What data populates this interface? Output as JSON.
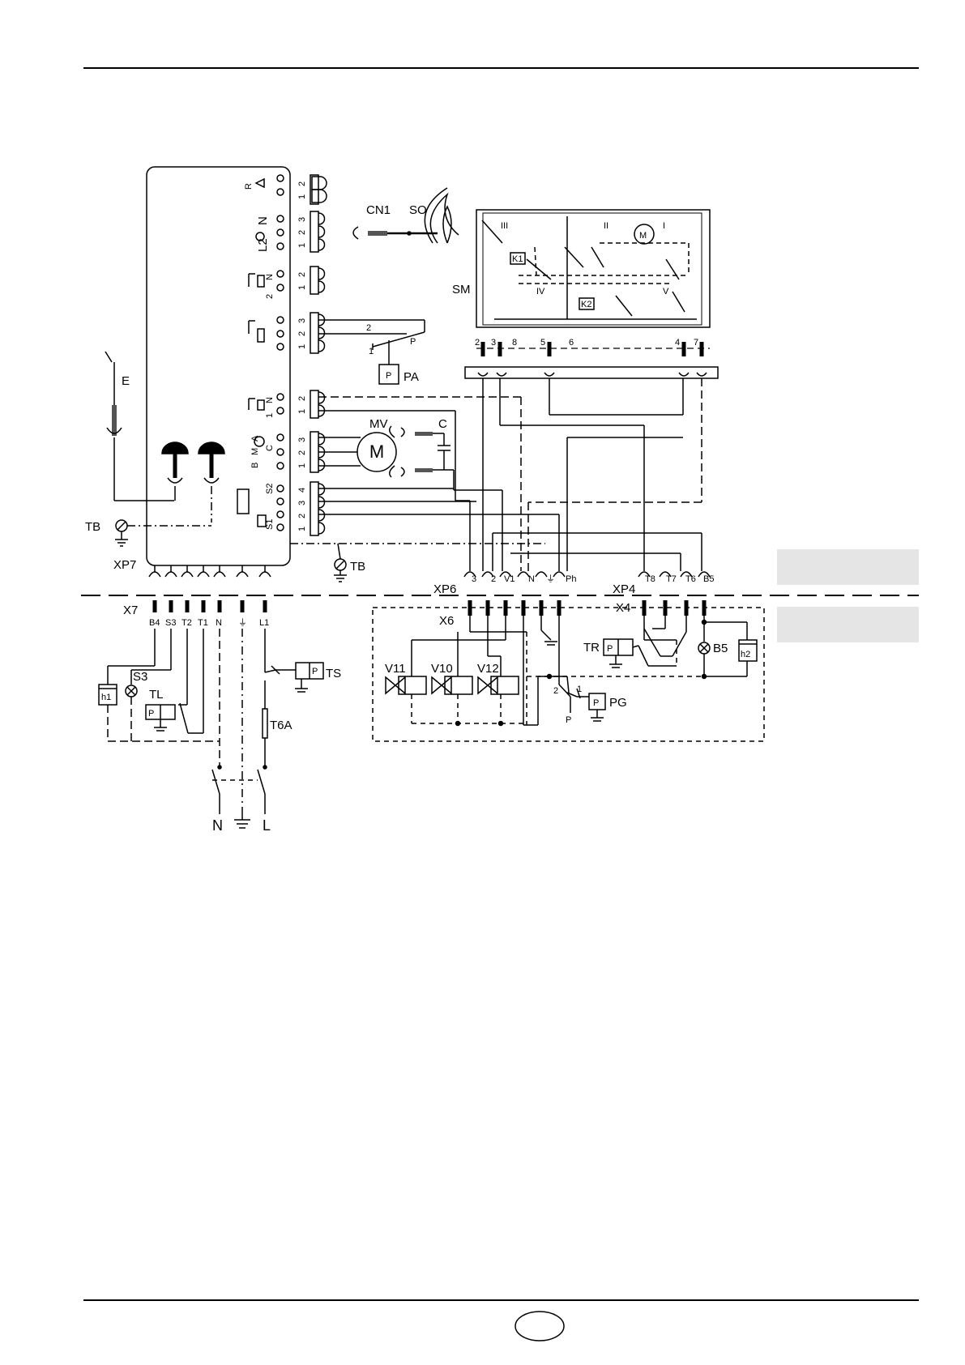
{
  "colors": {
    "line": "#000000",
    "panel": "#e5e5e5"
  },
  "connectors": {
    "xp7": "XP7",
    "x7": "X7",
    "xp6": "XP6",
    "x6_top": "X6",
    "x6_in": "X6",
    "xp4": "XP4",
    "x4": "X4",
    "cn1": "CN1"
  },
  "components": {
    "so": "SO",
    "sm": "SM",
    "k1": "K1",
    "k2": "K2",
    "pa": "PA",
    "mv": "MV",
    "c": "C",
    "e": "E",
    "tb_left": "TB",
    "tb_mid": "TB",
    "ts": "TS",
    "t6a": "T6A",
    "tl": "TL",
    "s3": "S3",
    "h1": "h1",
    "h2": "h2",
    "tr": "TR",
    "pg": "PG",
    "b5": "B5",
    "v11": "V11",
    "v10": "V10",
    "v12": "V12",
    "p_box": "P",
    "m_motor": "M"
  },
  "x7_pins": [
    "B4",
    "S3",
    "T2",
    "T1",
    "N",
    "⏚",
    "L1"
  ],
  "xp6_pins": [
    "3",
    "2",
    "V1",
    "N",
    "⏚",
    "Ph"
  ],
  "xp4_pins": [
    "T8",
    "T7",
    "T6",
    "B5"
  ],
  "sm_pins": [
    "2",
    "3",
    "8",
    "5",
    "6",
    "4",
    "7"
  ],
  "sm_switches": {
    "s3": "III",
    "s2": "II",
    "s1": "I",
    "s4": "IV",
    "s5": "V"
  },
  "pa_switch": {
    "pin2": "2",
    "pin1": "1",
    "common": "P"
  },
  "pg_switch": {
    "pin2": "2",
    "pin1": "1",
    "common": "P"
  },
  "mains": {
    "n": "N",
    "l": "L"
  },
  "socket_numbers": {
    "s1": [
      "1",
      "2"
    ],
    "s2": [
      "1",
      "2",
      "3"
    ],
    "s3": [
      "1",
      "2"
    ],
    "s4": [
      "1",
      "2",
      "3"
    ],
    "s5": [
      "1",
      "2"
    ],
    "s6": [
      "1",
      "2",
      "3"
    ],
    "s7": [
      "1",
      "2",
      "3",
      "4"
    ]
  },
  "panel_symbols": {
    "r": "R",
    "n1": "N",
    "l2": "L2",
    "n2": "N",
    "n3": "N",
    "two": "2",
    "one": "1",
    "b": "B",
    "m": "M",
    "a": "A",
    "c": "C",
    "s2": "S2",
    "s1": "S1"
  }
}
